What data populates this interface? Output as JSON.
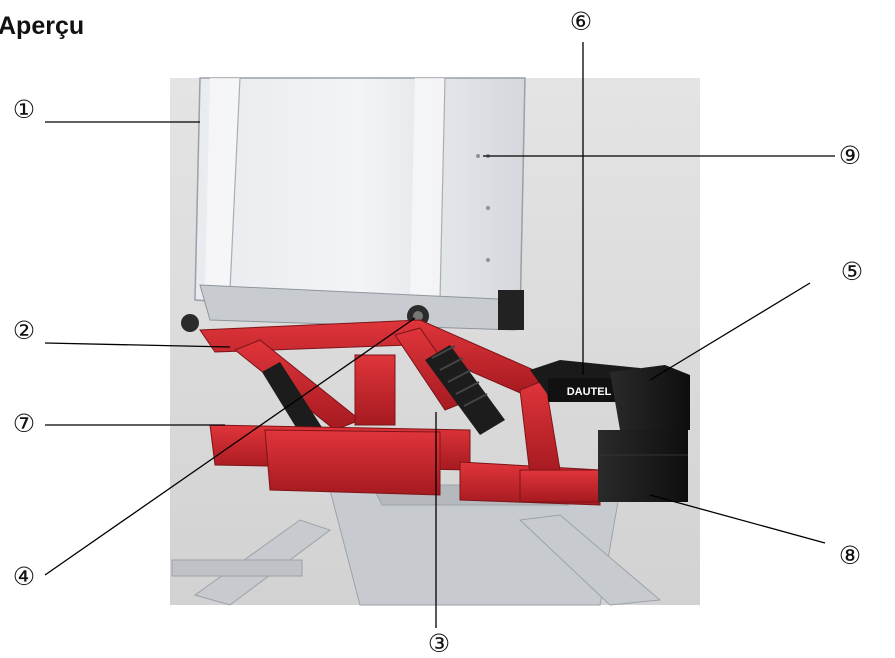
{
  "page": {
    "title": "Aperçu"
  },
  "brand_plate": {
    "text": "DAUTEL"
  },
  "callouts": [
    {
      "id": "c1",
      "number": "①"
    },
    {
      "id": "c2",
      "number": "②"
    },
    {
      "id": "c3",
      "number": "③"
    },
    {
      "id": "c4",
      "number": "④"
    },
    {
      "id": "c5",
      "number": "⑤"
    },
    {
      "id": "c6",
      "number": "⑥"
    },
    {
      "id": "c7",
      "number": "⑦"
    },
    {
      "id": "c8",
      "number": "⑧"
    },
    {
      "id": "c9",
      "number": "⑨"
    }
  ],
  "colors": {
    "background": "#ffffff",
    "photo_background": "#dcdcdc",
    "frame_red": "#c8242b",
    "container_grey": "#d7dadf",
    "motor_black": "#1a1a1a",
    "text": "#111111"
  }
}
